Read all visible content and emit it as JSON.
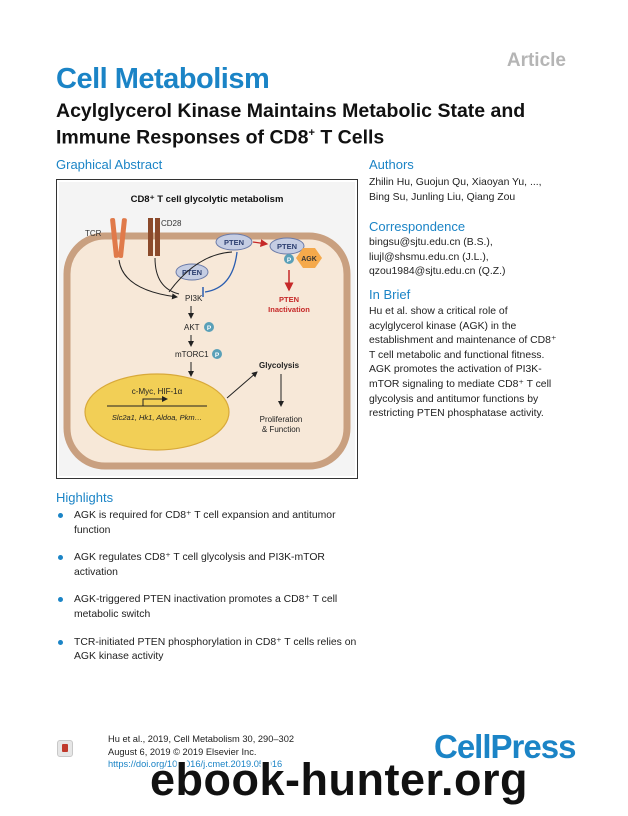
{
  "article_tag": "Article",
  "journal": "Cell Metabolism",
  "title_part1": "Acylglycerol Kinase Maintains Metabolic State and",
  "title_part2_pre": "Immune Responses of CD8",
  "title_sup": "+",
  "title_part2_post": " T Cells",
  "graphical_abstract": {
    "heading": "Graphical Abstract",
    "fig_title": "CD8⁺ T cell glycolytic metabolism",
    "labels": {
      "cd28": "CD28",
      "tcr": "TCR",
      "pten": "PTEN",
      "p": "P",
      "agk": "AGK",
      "pi3k": "PI3K",
      "akt": "AKT",
      "mtorc1": "mTORC1",
      "pten_inact_1": "PTEN",
      "pten_inact_2": "Inactivation",
      "glycolysis": "Glycolysis",
      "cmyc": "c-Myc, HIF-1α",
      "genes": "Slc2a1, Hk1, Aldoa, Pkm…",
      "prolif_1": "Proliferation",
      "prolif_2": "& Function"
    }
  },
  "authors": {
    "heading": "Authors",
    "line1": "Zhilin Hu, Guojun Qu, Xiaoyan Yu, ...,",
    "line2": "Bing Su, Junling Liu, Qiang Zou"
  },
  "correspondence": {
    "heading": "Correspondence",
    "lines": [
      "bingsu@sjtu.edu.cn (B.S.),",
      "liujl@shsmu.edu.cn (J.L.),",
      "qzou1984@sjtu.edu.cn (Q.Z.)"
    ]
  },
  "in_brief": {
    "heading": "In Brief",
    "lines": [
      "Hu et al. show a critical role of",
      "acylglycerol kinase (AGK) in the",
      "establishment and maintenance of CD8⁺",
      "T cell metabolic and functional fitness.",
      "AGK promotes the activation of PI3K-",
      "mTOR signaling to mediate CD8⁺ T cell",
      "glycolysis and antitumor functions by",
      "restricting PTEN phosphatase activity."
    ]
  },
  "highlights": {
    "heading": "Highlights",
    "items": [
      {
        "l1": "AGK is required for CD8⁺ T cell expansion and antitumor",
        "l2": "function"
      },
      {
        "l1": "AGK regulates CD8⁺ T cell glycolysis and PI3K-mTOR",
        "l2": "activation"
      },
      {
        "l1": "AGK-triggered PTEN inactivation promotes a CD8⁺ T cell",
        "l2": "metabolic switch"
      },
      {
        "l1": "TCR-initiated PTEN phosphorylation in CD8⁺ T cells relies on",
        "l2": "AGK kinase activity"
      }
    ]
  },
  "citation": {
    "line1": "Hu et al., 2019, Cell Metabolism 30, 290–302",
    "line2": "August 6, 2019 © 2019 Elsevier Inc.",
    "doi": "https://doi.org/10.1016/j.cmet.2019.05.016"
  },
  "publisher": "CellPress",
  "watermark": "ebook-hunter.org",
  "colors": {
    "brand_blue": "#1b84c6",
    "cell_fill": "#f7e8d8",
    "membrane": "#c9a080",
    "nucleus": "#f2cf56",
    "red": "#c62828",
    "pten": "#c5cde3",
    "agk": "#f5a94b"
  }
}
